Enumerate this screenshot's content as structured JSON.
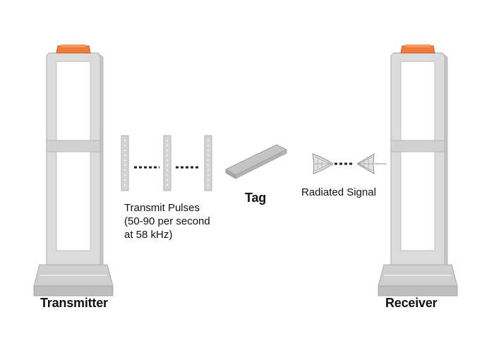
{
  "labels": {
    "transmitter": "Transmitter",
    "receiver": "Receiver",
    "tag": "Tag",
    "transmit_pulses_line1": "Transmit Pulses",
    "transmit_pulses_line2": "(50-90 per second",
    "transmit_pulses_line3": "at 58 kHz)",
    "radiated_signal": "Radiated Signal"
  },
  "colors": {
    "frame": "#d9d9d9",
    "frame_edge": "#b8b8b8",
    "base": "#cfcfcf",
    "beacon": "#f07a3a",
    "pulse_bar": "#d4d4d4",
    "tag": "#c4c4c4",
    "dash": "#222222"
  },
  "icons": {
    "transmitter": "eas-antenna-pedestal",
    "receiver": "eas-antenna-pedestal",
    "pulse": "pulse-bar",
    "tag": "acousto-magnetic-tag",
    "signal": "radiated-signal-wave"
  }
}
